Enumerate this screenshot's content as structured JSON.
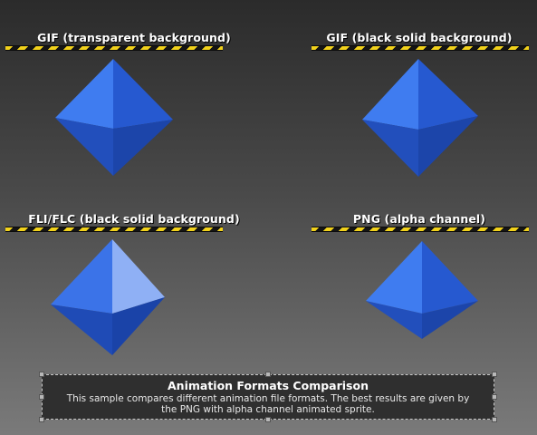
{
  "panels": [
    {
      "title": "GIF (transparent background)"
    },
    {
      "title": "GIF (black solid background)"
    },
    {
      "title": "FLI/FLC (black solid background)"
    },
    {
      "title": "PNG (alpha channel)"
    }
  ],
  "caption": {
    "title": "Animation Formats Comparison",
    "text": "This sample compares different animation file formats. The best results are given by the PNG with alpha channel animated sprite."
  },
  "colors": {
    "sprite_blue": "#2f66e6",
    "hazard_yellow": "#f2d21b",
    "hazard_black": "#151515"
  }
}
